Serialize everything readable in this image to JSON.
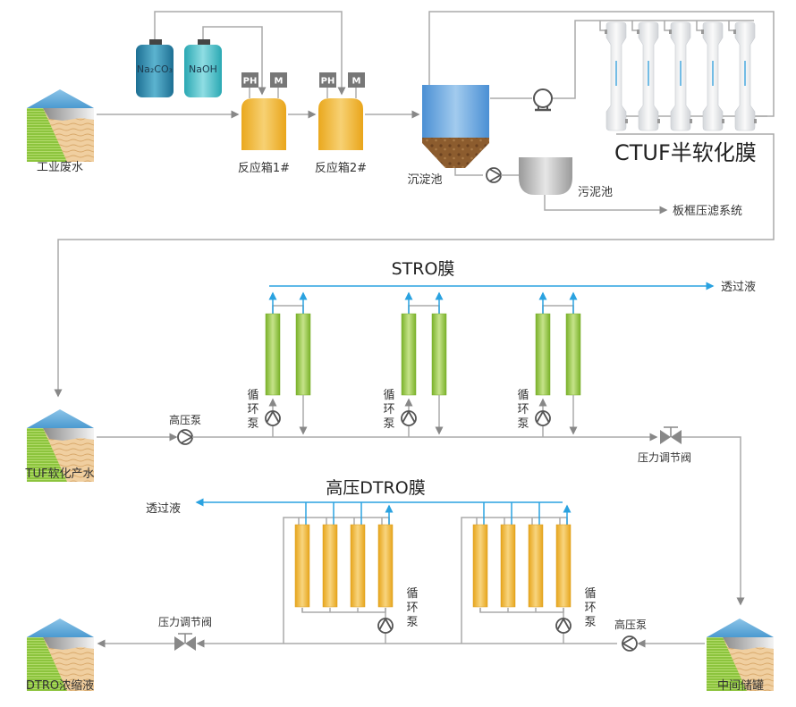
{
  "labels": {
    "industrial_wastewater": "工业废水",
    "na2co3": "Na₂CO₃",
    "naoh": "NaOH",
    "ph": "PH",
    "m": "M",
    "reactor_1": "反应箱1#",
    "reactor_2": "反应箱2#",
    "settling_tank": "沉淀池",
    "sludge_tank": "污泥池",
    "filter_press": "板框压滤系统",
    "ctuf_title": "CTUF半软化膜",
    "stro_title": "STRO膜",
    "permeate_stro": "透过液",
    "tuf_product": "TUF软化产水",
    "hp_pump_1": "高压泵",
    "circ_pump": "循环泵",
    "pressure_valve_1": "压力调节阀",
    "dtro_title": "高压DTRO膜",
    "permeate_dtro": "透过液",
    "pressure_valve_2": "压力调节阀",
    "hp_pump_2": "高压泵",
    "dtro_concentrate": "DTRO浓缩液",
    "intermediate_tank": "中间储罐"
  },
  "colors": {
    "pipe": "#aaaaaa",
    "permeate": "#2aa2e0",
    "reactor": "#f0b632",
    "stro_membrane": "#8fc33a",
    "dtro_membrane": "#efb631",
    "settling_water": "#5fa3dc",
    "sludge": "#8a5a2e"
  },
  "counts": {
    "ctuf_modules": 5,
    "stro_groups": 3,
    "dtro_groups": 2,
    "dtro_modules_per_group": 4
  }
}
